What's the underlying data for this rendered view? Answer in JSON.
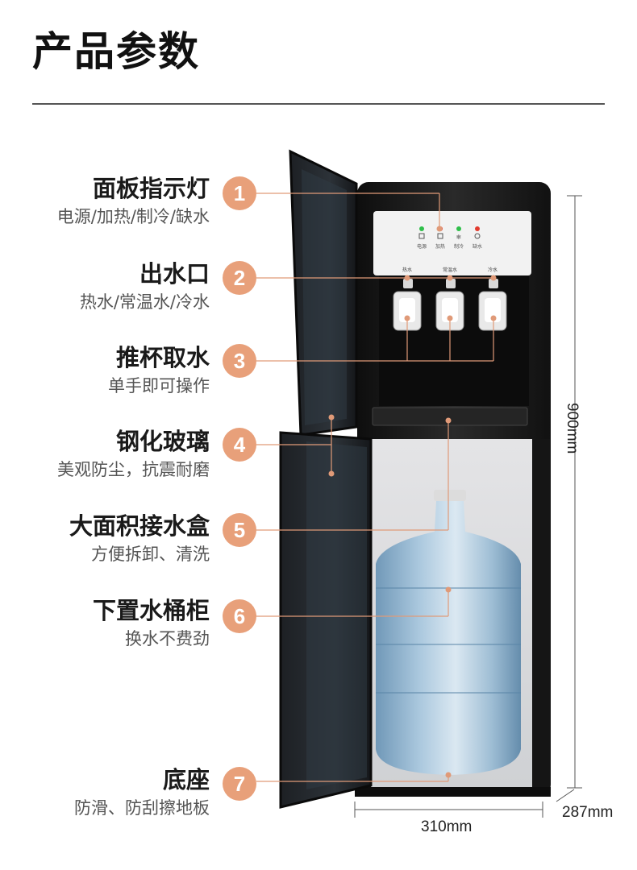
{
  "page": {
    "title": "产品参数"
  },
  "features": [
    {
      "number": "1",
      "title": "面板指示灯",
      "subtitle": "电源/加热/制冷/缺水"
    },
    {
      "number": "2",
      "title": "出水口",
      "subtitle": "热水/常温水/冷水"
    },
    {
      "number": "3",
      "title": "推杯取水",
      "subtitle": "单手即可操作"
    },
    {
      "number": "4",
      "title": "钢化玻璃",
      "subtitle": "美观防尘，抗震耐磨"
    },
    {
      "number": "5",
      "title": "大面积接水盒",
      "subtitle": "方便拆卸、清洗"
    },
    {
      "number": "6",
      "title": "下置水桶柜",
      "subtitle": "换水不费劲"
    },
    {
      "number": "7",
      "title": "底座",
      "subtitle": "防滑、防刮擦地板"
    }
  ],
  "panel": {
    "indicators": [
      "电源",
      "加热",
      "制冷",
      "缺水"
    ],
    "outlets": [
      "热水",
      "常温水",
      "冷水"
    ]
  },
  "dimensions": {
    "height": "900mm",
    "width": "310mm",
    "depth": "287mm"
  },
  "colors": {
    "accent": "#e8a07a",
    "body": "#1b1b1b",
    "bottle": "#7fa9c8"
  }
}
